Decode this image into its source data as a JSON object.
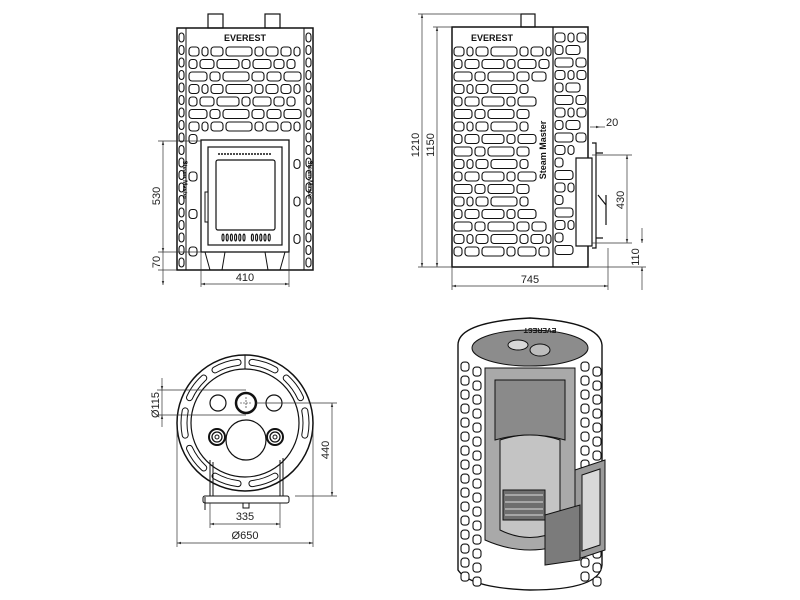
{
  "brand": {
    "name": "EVEREST",
    "model": "Steam Master"
  },
  "views": {
    "front": {
      "dim_door_height": "530",
      "dim_leg_height": "70",
      "dim_door_width": "410"
    },
    "side": {
      "dim_total_height": "1210",
      "dim_body_height": "1150",
      "dim_offset": "20",
      "dim_door_height": "430",
      "dim_door_base": "110",
      "dim_depth": "745"
    },
    "top": {
      "dim_flue_diameter": "Ø115",
      "dim_depth": "440",
      "dim_base_width": "335",
      "dim_diameter": "Ø650"
    },
    "cutaway": {}
  },
  "colors": {
    "line": "#111111",
    "fill_metal": "#a9a9a9",
    "fill_dark": "#6e6e6e"
  }
}
